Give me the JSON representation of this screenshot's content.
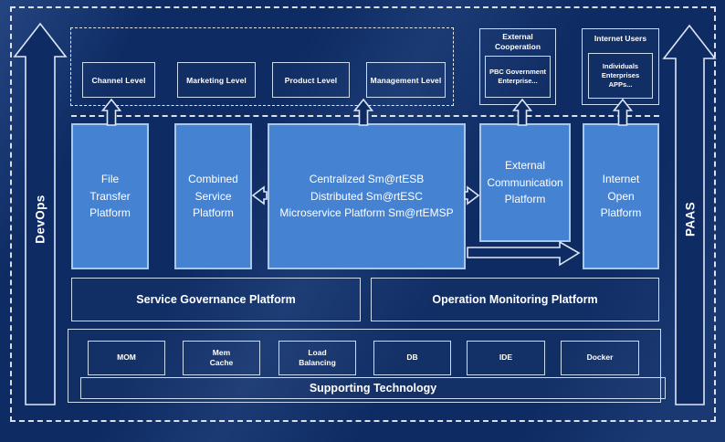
{
  "side_rails": {
    "left": "DevOps",
    "right": "PAAS"
  },
  "levels": {
    "items": [
      "Channel Level",
      "Marketing Level",
      "Product Level",
      "Management Level"
    ]
  },
  "external_cooperation": {
    "title": "External\nCooperation",
    "members": "PBC Government\nEnterprise..."
  },
  "internet_users": {
    "title": "Internet Users",
    "members": "Individuals\nEnterprises\nAPPs..."
  },
  "platforms": {
    "file_transfer": "File\nTransfer\nPlatform",
    "combined_service": "Combined\nService\nPlatform",
    "esb": "Centralized Sm@rtESB\nDistributed Sm@rtESC\nMicroservice Platform Sm@rtEMSP",
    "external_communication": "External\nCommunication\nPlatform",
    "internet_open": "Internet\nOpen\nPlatform"
  },
  "management_platforms": {
    "service_governance": "Service Governance Platform",
    "operation_monitoring": "Operation Monitoring Platform"
  },
  "supporting": {
    "items": [
      "MOM",
      "Mem\nCache",
      "Load\nBalancing",
      "DB",
      "IDE",
      "Docker"
    ],
    "bar": "Supporting Technology"
  },
  "arrows": {
    "left_rail": "devops-up-arrow",
    "right_rail": "paas-up-arrow",
    "flow": [
      "up-arrow-file-transfer",
      "up-arrow-esb",
      "up-arrow-external-communication",
      "up-arrow-internet-open",
      "left-arrow-esb-to-combined-service",
      "right-arrow-esb-to-external-communication",
      "right-arrow-to-internet-open"
    ]
  },
  "colors": {
    "background": "#0e2b63",
    "platform_blue": "#4583d2",
    "platform_border": "#a9c8ea",
    "line_border": "#ccdcf0",
    "text": "#ffffff"
  }
}
